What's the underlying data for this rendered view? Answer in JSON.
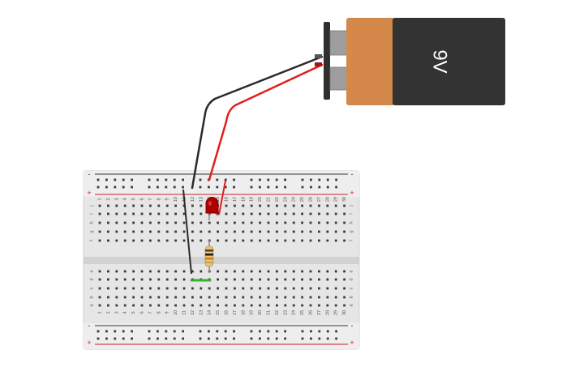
{
  "battery": {
    "label": "9V",
    "body_color": "#333333",
    "cap_color": "#d4894b",
    "terminal_color": "#9e9e9e"
  },
  "breadboard": {
    "columns": [
      "1",
      "2",
      "3",
      "4",
      "5",
      "6",
      "7",
      "8",
      "9",
      "10",
      "11",
      "12",
      "13",
      "14",
      "15",
      "16",
      "17",
      "18",
      "19",
      "20",
      "21",
      "22",
      "23",
      "24",
      "25",
      "26",
      "27",
      "28",
      "29",
      "30"
    ],
    "rows_top": [
      "j",
      "i",
      "h",
      "g",
      "f"
    ],
    "rows_bottom": [
      "e",
      "d",
      "c",
      "b",
      "a"
    ],
    "rail_plus": "+",
    "rail_minus": "-",
    "board_color": "#e6e6e6",
    "hole_color": "#3a3a3a",
    "rail_red": "#cc2222",
    "rail_black": "#333333"
  },
  "components": {
    "led": {
      "name": "red-led",
      "color": "#b00000"
    },
    "resistor": {
      "name": "resistor",
      "body_color": "#e0c48a"
    },
    "jumper": {
      "name": "green-jumper",
      "color": "#33b233"
    }
  },
  "wires": {
    "positive_color": "#e01f1f",
    "negative_color": "#2b2b2b"
  }
}
